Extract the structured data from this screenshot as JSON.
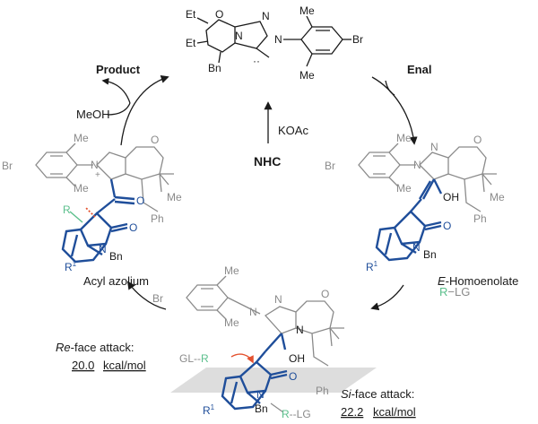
{
  "colors": {
    "bond_gray": "#8a8a8a",
    "text_dark": "#1a1a1a",
    "accent_blue": "#1f4e9a",
    "accent_green": "#5bbf8c",
    "accent_red": "#e4522f",
    "plane_gray": "#cfcfcf"
  },
  "center": {
    "catalyst_label": "NHC",
    "base_label": "KOAc"
  },
  "top_catalyst": {
    "et_top": "Et",
    "et_bottom": "Et",
    "o": "O",
    "n1": "N",
    "n2": "N",
    "n3": "N",
    "bn": "Bn",
    "carbene_dots": "··",
    "me_top": "Me",
    "me_bottom": "Me",
    "br": "Br"
  },
  "left_top": {
    "product_label": "Product",
    "reagent_label": "MeOH"
  },
  "right_top": {
    "enal_label": "Enal"
  },
  "left_intermediate": {
    "name": "Acyl azolium",
    "br": "Br",
    "me1": "Me",
    "me2": "Me",
    "n_plus": "N",
    "plus": "+",
    "o_ring": "O",
    "r": "R",
    "o_carbonyl": "O",
    "o_amide": "O",
    "n_bn": "N",
    "bn": "Bn",
    "r1": "R",
    "r1_sup": "1",
    "me3": "Me",
    "ph": "Ph"
  },
  "right_intermediate": {
    "name": "E-Homoenolate",
    "name_prefix": "E",
    "name_suffix": "-Homoenolate",
    "br": "Br",
    "me1": "Me",
    "me2": "Me",
    "n1": "N",
    "n2": "N",
    "o_ring": "O",
    "oh": "OH",
    "o_amide": "O",
    "n_bn": "N",
    "bn": "Bn",
    "r1": "R",
    "r1_sup": "1",
    "me3": "Me",
    "ph": "Ph",
    "reagent": "R−LG",
    "reagent_r": "R",
    "reagent_lg": "−LG"
  },
  "bottom_ts": {
    "br": "Br",
    "me1": "Me",
    "me2": "Me",
    "n1": "N",
    "n2": "N",
    "n3": "N",
    "o_ring": "O",
    "oh": "OH",
    "o_amide": "O",
    "n_bn": "N",
    "bn": "Bn",
    "r1": "R",
    "r1_sup": "1",
    "ph": "Ph",
    "gl_r": "GL",
    "gl_r_dash": "--",
    "gl_r_r": "R",
    "r_lg_r": "R",
    "r_lg_dash": "--",
    "r_lg_lg": "LG",
    "re_face_label_italic": "Re",
    "re_face_label_rest": "-face attack:",
    "re_face_value": "20.0",
    "re_face_unit": "kcal/mol",
    "si_face_label_italic": "Si",
    "si_face_label_rest": "-face attack:",
    "si_face_value": "22.2",
    "si_face_unit": "kcal/mol"
  }
}
